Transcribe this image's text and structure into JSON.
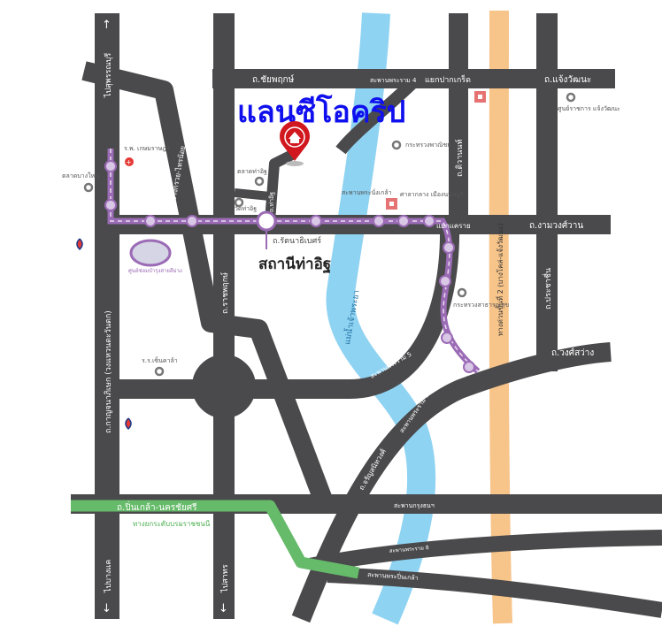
{
  "title": "แลนซีโอคริป",
  "station": {
    "name": "สถานีท่าอิฐ",
    "road": "ถ.รัตนาธิเบศร์"
  },
  "roads": {
    "chaiyaphruek": "ถ.ชัยพฤกษ์",
    "changwattana": "ถ.แจ้งวัฒนะ",
    "pakkret": "แยกปากเกร็ด",
    "bridge_rama4": "สะพานพระราม 4",
    "tiwanon": "ถ.ติวานนท์",
    "ngamwongwan": "ถ.งามวงศ์วาน",
    "khae_rai": "แยกแคราย",
    "expressway": "ทางด่วนขั้นที่ 2 (บางโคล่-แจ้งวัฒนะ)",
    "prachachuen": "ถ.ประชาชื่น",
    "wongsawang": "ถ.วงศ์สว่าง",
    "bridge_rama5": "สะพานพระราม 5",
    "bridge_rama7": "สะพานพระราม 7",
    "charansanitwong": "ถ.จรัญสนิทวงศ์",
    "bridge_krungthon": "สะพานกรุงธนฯ",
    "bridge_rama8": "สะพานพระราม 8",
    "bridge_pinklao": "สะพานพระปิ่นเกล้า",
    "pinklao_nakhonchaisri": "ถ.ปิ่นเกล้า-นครชัยศรี",
    "parallel_road": "ทางยกระดับบรมราชชนนี",
    "kanchanaphisek": "ถ.กาญจนาภิเษก (วงแหวนตะวันตก)",
    "bangkruai_sainoi": "ถ.บางกรวย-ไทรน้อย",
    "ratchaphruek": "ถ.ราชพฤกษ์",
    "tha_it": "ถ.ท่าอิฐ",
    "to_suphanburi": "ไปสุพรรณบุรี",
    "to_bangkhae": "ไปบางแค",
    "to_sathorn": "ไปสาทร",
    "bridge_phra_nangklao": "สะพานพระนั่งเกล้า",
    "river": "แม่น้ำเจ้าพระยา"
  },
  "places": {
    "hospital": "ร.พ. เกษมราษฎร์",
    "market": "ตลาดท่าอิฐ",
    "nonthaburi_temple": "วัดท่าอิฐ",
    "chimplee": "ตลาดบางใหญ่",
    "depot": "ศูนย์ซ่อมบำรุงสายสีม่วง",
    "ministry_commerce": "กระทรวงพาณิชย์",
    "nonthaburi_hall": "ศาลากลาง เมืองนนทบุรี",
    "gov_center": "ศูนย์ราชการ แจ้งวัฒนะ",
    "ministry_health": "กระทรวงสาธารณสุข",
    "school": "ร.ร.เซ็นคาล้า"
  },
  "colors": {
    "road": "#4a4a4c",
    "river": "#8fd3f2",
    "purple_line": "#9b6bb5",
    "expressway": "#f7c48a",
    "green_road": "#66bb6a",
    "title": "#1010ee",
    "pin": "#d0181e"
  },
  "icons": [
    "home-pin-icon",
    "hospital-icon",
    "poi-circle-icon",
    "gas-station-icon",
    "arrow-up-icon",
    "arrow-down-icon",
    "temple-icon"
  ]
}
